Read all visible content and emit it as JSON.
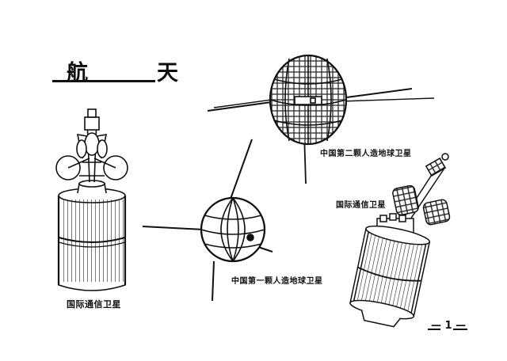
{
  "page": {
    "title": "航　天",
    "page_number": "— 1 —"
  },
  "figures": [
    {
      "label": "国际通信卫星"
    },
    {
      "label": "中国第二颗人造地球卫星"
    },
    {
      "label": "中国第一颗人造地球卫星"
    },
    {
      "label": "国际通信卫星"
    }
  ]
}
